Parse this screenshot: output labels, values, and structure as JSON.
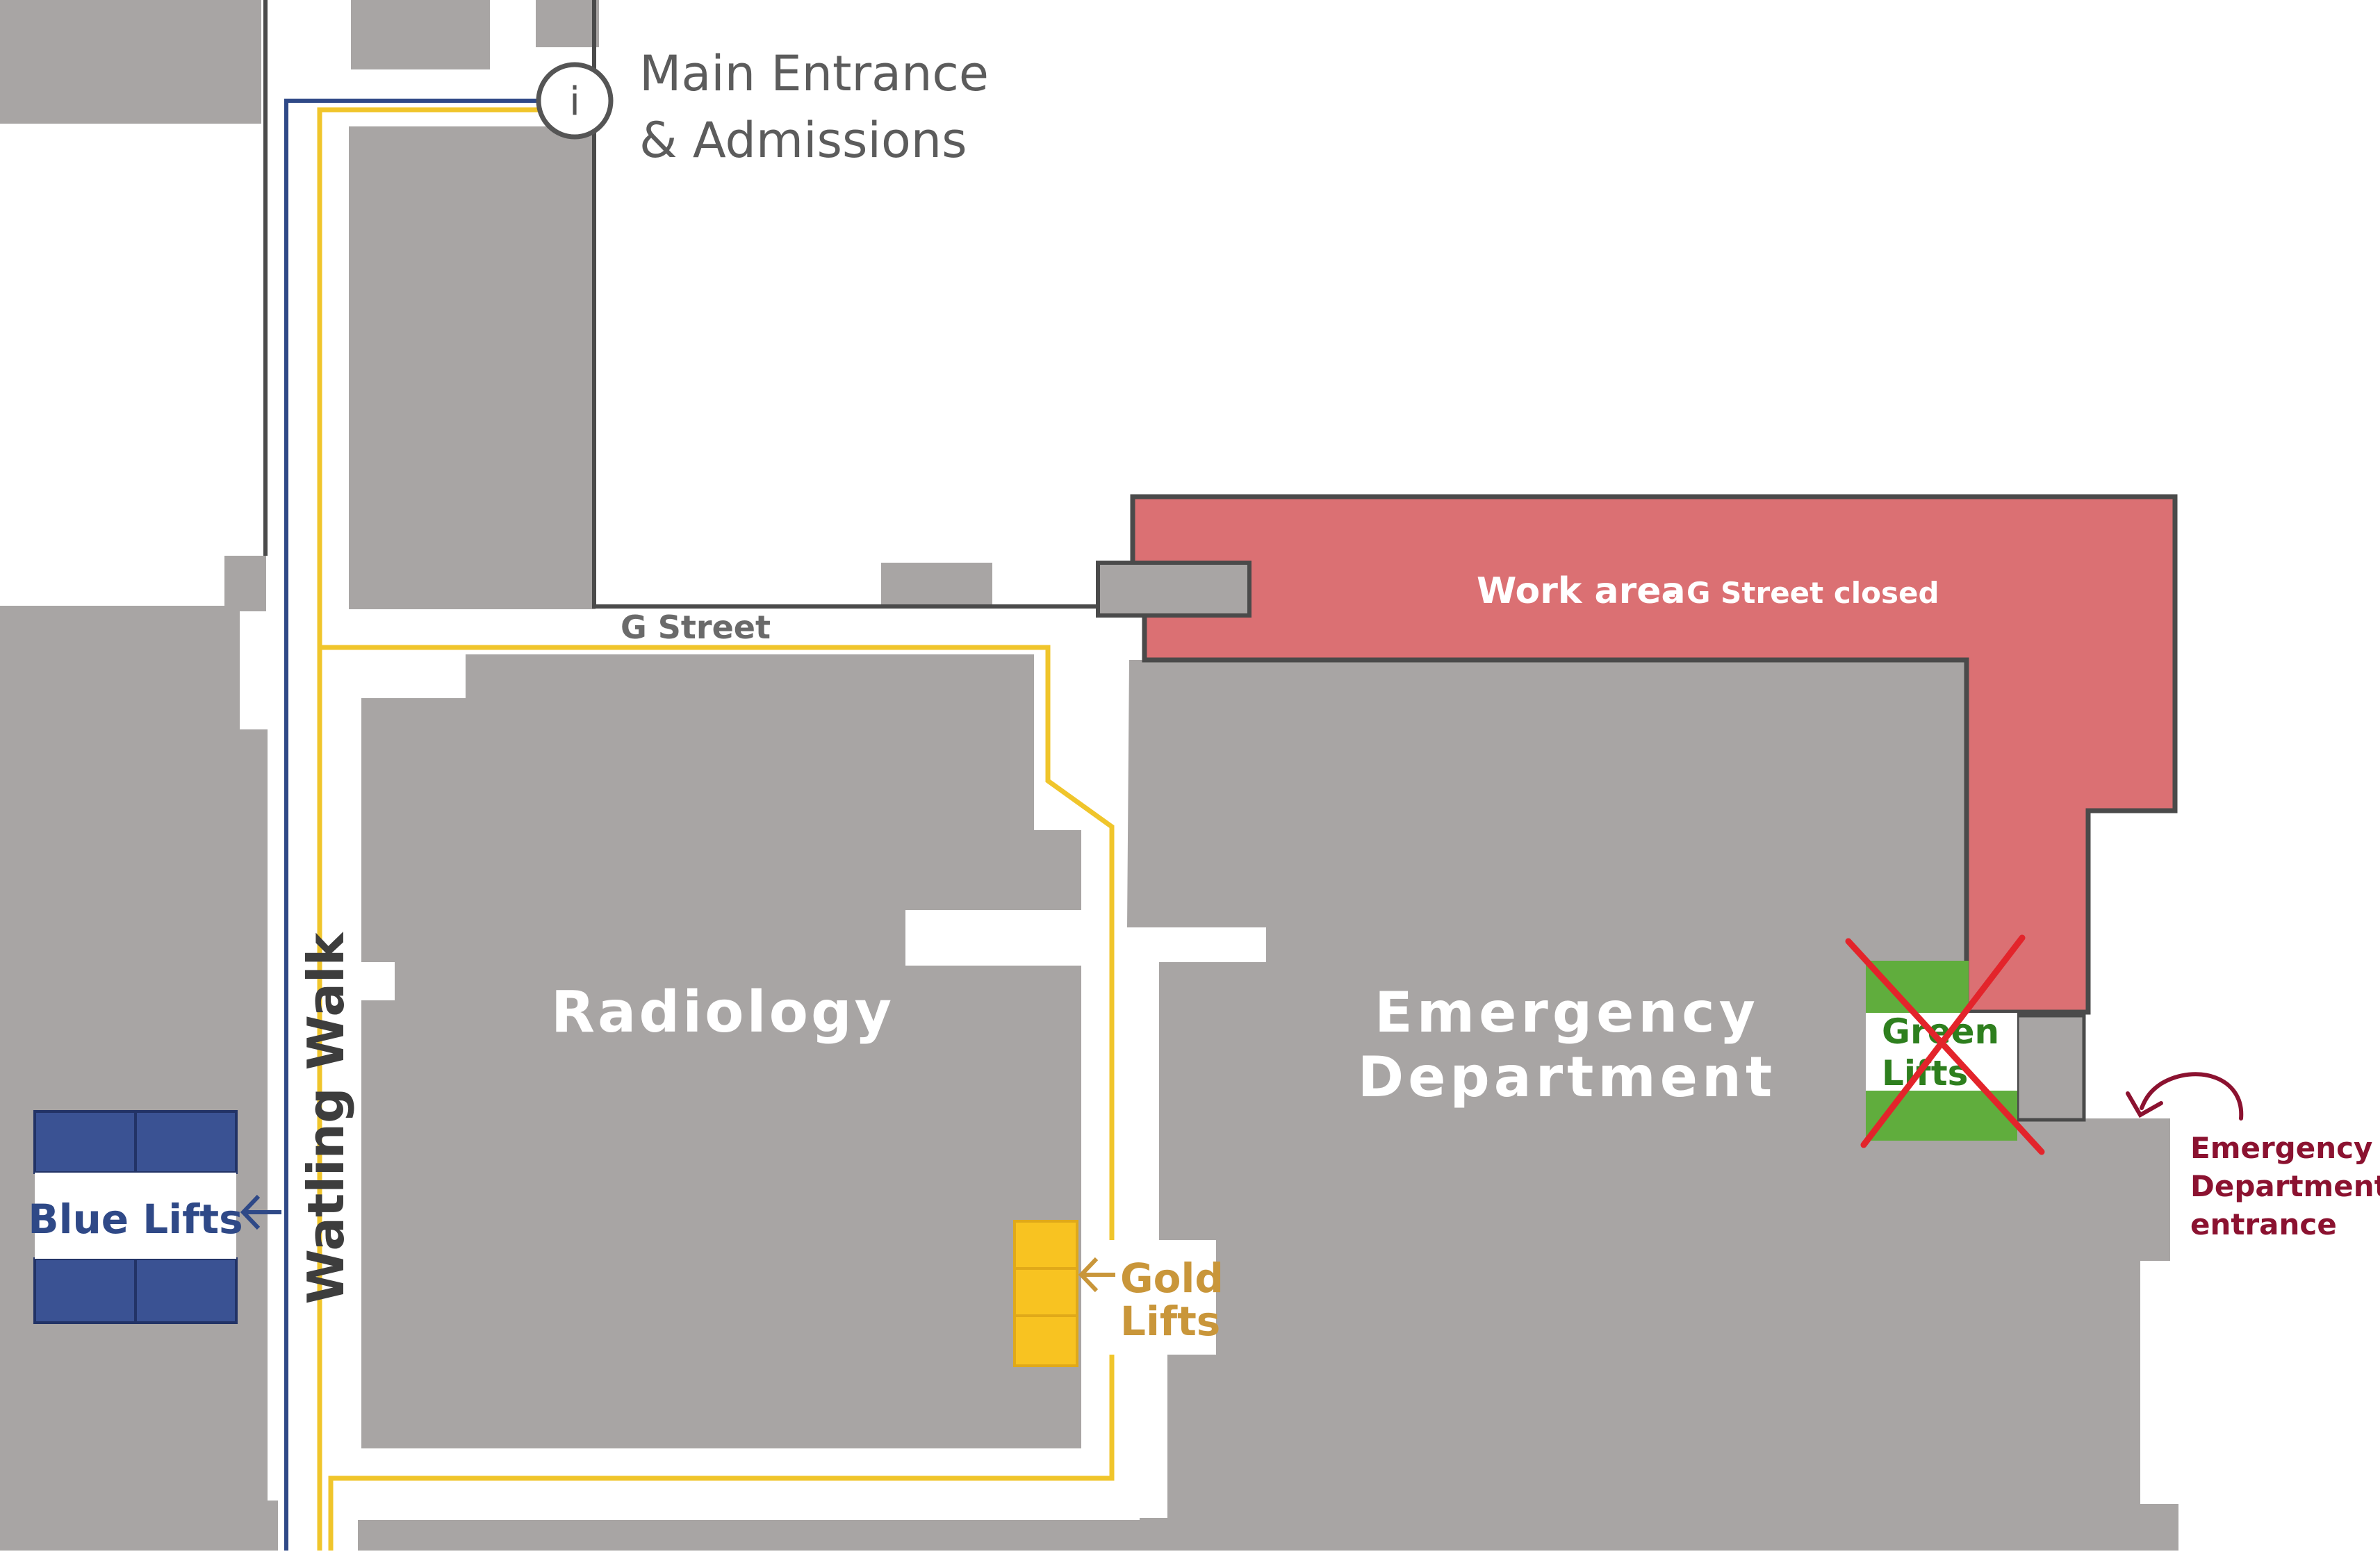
{
  "colors": {
    "building": "#a8a5a4",
    "work_area": "#db7073",
    "blue_route": "#2f4987",
    "gold_route": "#f0c52b",
    "gold_lifts": "#f8c321",
    "gold_text": "#c9963a",
    "green_lifts": "#60ad3d",
    "green_text": "#2e7f1e",
    "blue_lifts": "#3a5293",
    "closed_cross": "#e3242b",
    "ed_entrance": "#8b1230",
    "outline": "#4a4a4a"
  },
  "icons": {
    "info": "info-icon",
    "closed": "cross-icon",
    "arrow": "arrow-icon"
  },
  "labels": {
    "main_entrance_line1": "Main Entrance",
    "main_entrance_line2": "& Admissions",
    "info_glyph": "i",
    "g_street": "G Street",
    "work_area_title": "Work area",
    "work_area_note": "- G Street closed",
    "radiology": "Radiology",
    "emergency_line1": "Emergency",
    "emergency_line2": "Department",
    "watling_walk": "Watling Walk",
    "blue_lifts": "Blue Lifts",
    "gold_lifts_line1": "Gold",
    "gold_lifts_line2": "Lifts",
    "green_lifts_line1": "Green",
    "green_lifts_line2": "Lifts",
    "ed_entrance_line1": "Emergency",
    "ed_entrance_line2": "Department",
    "ed_entrance_line3": "entrance"
  }
}
